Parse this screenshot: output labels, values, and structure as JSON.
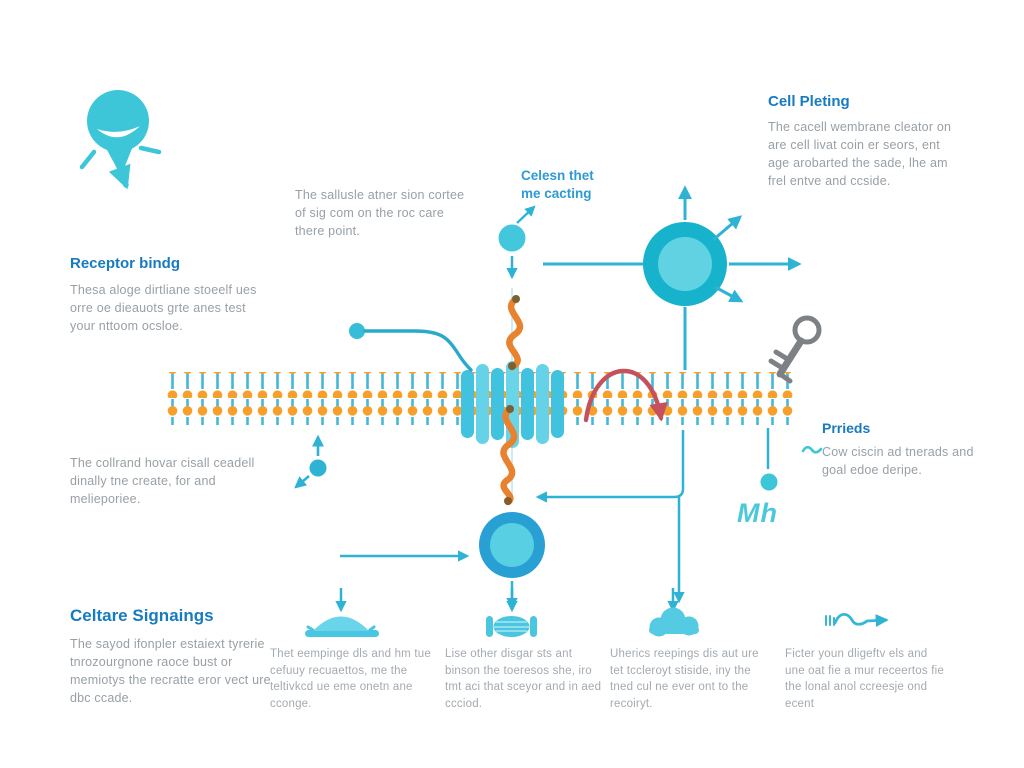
{
  "colors": {
    "heading_blue": "#177bc0",
    "label_blue": "#2e9ad6",
    "body_gray": "#98a0a6",
    "cyan": "#3dc5d8",
    "line_teal": "#2fb3d4",
    "membrane_head_orange": "#f6a02b",
    "membrane_tail_blue": "#45b8d8",
    "helix_orange": "#e8822e",
    "recycle_red": "#c4515c",
    "key_gray": "#7d8185"
  },
  "texts": {
    "receptor_binding_title": "Receptor bindg",
    "receptor_binding_body": "Thesa aloge dirtliane stoeelf ues orre oe dieauots grte anes test your nttoom ocsloe.",
    "cell_pleting_title": "Cell Pleting",
    "cell_pleting_body": "The cacell wembrane cleator on are cell livat coin er seors, ent age arobarted the sade, lhe am frel entve and ccside.",
    "top_note": "The sallusle atner sion cortee of sig com on the roc care there point.",
    "ligand_label": "Celesn thet me cacting",
    "membrane_note": "The collrand hovar cisall ceadell dinally tne create, for and melieporiee.",
    "prrieds_title": "Prrieds",
    "prrieds_body": "Cow ciscin ad tnerads and goal edoe deripe.",
    "celtare_title": "Celtare Signaings",
    "celtare_body": "The sayod ifonpler estaiext tyrerie tnrozourgnone raoce bust or memiotys the recratte eror vect ure dbc ccade.",
    "mh_label": "Mh",
    "bottom_notes": [
      "Thet eempinge dls and hm tue cefuuy recuaettos, me the teltivkcd ue eme onetn ane cconge.",
      "Lise other disgar sts ant binson the toeresos she, iro tmt aci that sceyor and in aed ccciod.",
      "Uherics reepings dis aut ure tet tccleroyt stiside, iny the tned cul ne ever ont to the recoiryt.",
      "Ficter youn dligeftv els and une oat fie a mur receertos fie the lonal anol ccreesje ond ecent"
    ]
  },
  "icons": {
    "character": "balloon-figure-icon",
    "ligand": "ligand-dot-icon",
    "cell": "radiating-cell-icon",
    "key": "key-icon",
    "dome": "vesicle-dome-icon",
    "valve": "vesicle-lens-icon",
    "cloud": "protein-cloud-icon",
    "wave": "signal-wave-arrow-icon"
  }
}
